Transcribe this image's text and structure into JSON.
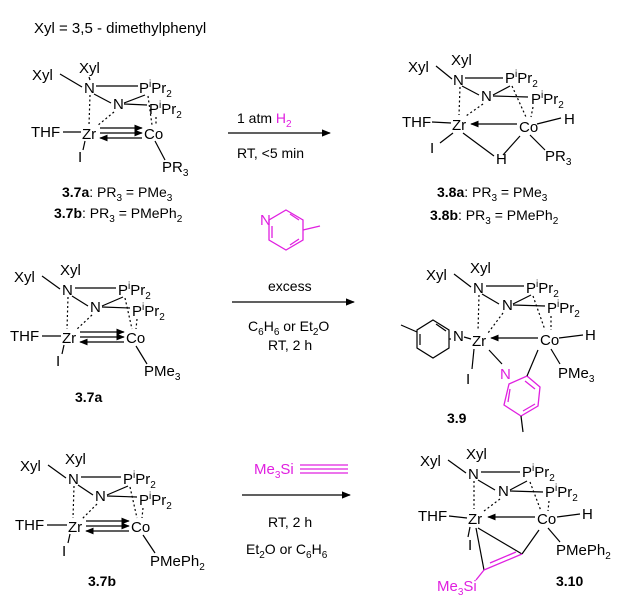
{
  "header": {
    "xyl_definition": "Xyl = 3,5 - dimethylphenyl"
  },
  "colors": {
    "zr": "#e01b1b",
    "co": "#1a36d8",
    "h": "#e020e0",
    "reagent": "#e020e0",
    "bond": "#000000"
  },
  "atoms": {
    "xyl": "Xyl",
    "n": "N",
    "p": "P",
    "ipr": "Pr",
    "ipr_sup": "i",
    "ipr_sub": "2",
    "thf": "THF",
    "zr": "Zr",
    "co": "Co",
    "iodide": "I",
    "hydride": "H",
    "pr3": "PR",
    "pr3_sub": "3",
    "pme3": "PMe",
    "pme3_sub": "3",
    "pmeph2": "PMePh",
    "pmeph2_sub": "2",
    "me3si": "Me",
    "me3si_sub": "3",
    "me3si_si": "Si"
  },
  "reactions": [
    {
      "reagent_main": "1 atm ",
      "reagent_h2": "H",
      "reagent_h2_sub": "2",
      "conditions": "RT, <5 min"
    },
    {
      "reagent_main": "excess",
      "conditions_line1_a": "C",
      "conditions_line1_sub1": "6",
      "conditions_line1_b": "H",
      "conditions_line1_sub2": "6",
      "conditions_line1_c": " or Et",
      "conditions_line1_sub3": "2",
      "conditions_line1_d": "O",
      "conditions_line2": "RT, 2 h"
    },
    {
      "conditions_line1": "RT, 2 h",
      "conditions_line2_a": "Et",
      "conditions_line2_sub1": "2",
      "conditions_line2_b": "O or C",
      "conditions_line2_sub2": "6",
      "conditions_line2_c": "H",
      "conditions_line2_sub3": "6"
    }
  ],
  "compounds": {
    "c37a": "3.7a",
    "c37b": "3.7b",
    "c38a": "3.8a",
    "c38b": "3.8b",
    "c39": "3.9",
    "c310": "3.10",
    "pr3_eq": ": PR",
    "pr3_eq_sub": "3",
    "pme3_eq_a": " = PMe",
    "pme3_eq_sub": "3",
    "pmeph2_eq_a": " = PMePh",
    "pmeph2_eq_sub": "2"
  }
}
